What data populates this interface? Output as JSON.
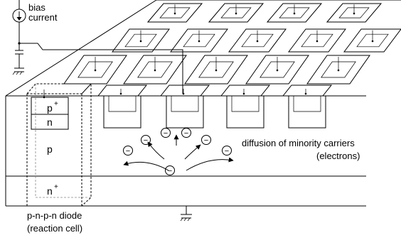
{
  "labels": {
    "bias_current": [
      "bias",
      "current"
    ],
    "p_plus": "p",
    "p_plus_sup": "+",
    "n_region": "n",
    "p_region": "p",
    "n_plus": "n",
    "n_plus_sup": "+",
    "diffusion": [
      "diffusion of minority carriers",
      "(electrons)"
    ],
    "cell_caption": [
      "p-n-p-n diode",
      "(reaction cell)"
    ]
  },
  "carrier_symbol": "−",
  "colors": {
    "line": "#000000",
    "hidden_edge": "#888888",
    "background": "#ffffff"
  }
}
